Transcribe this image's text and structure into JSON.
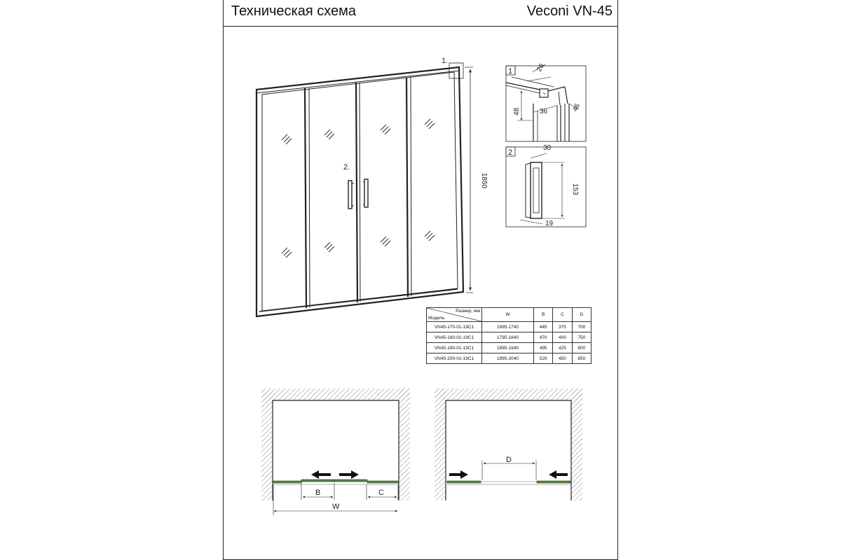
{
  "header": {
    "title_left": "Техническая схема",
    "title_right": "Veconi VN-45"
  },
  "front_view": {
    "callout_1": "1.",
    "callout_2": "2.",
    "height_dim": "1850"
  },
  "detail_1": {
    "number": "1",
    "dim_a": "26",
    "dim_b": "48",
    "dim_c": "36",
    "dim_d": "46"
  },
  "detail_2": {
    "number": "2",
    "dim_a": "30",
    "dim_b": "153",
    "dim_c": "19"
  },
  "table": {
    "header_size": "Размер, мм",
    "header_model": "Модель",
    "columns": [
      "W",
      "B",
      "C",
      "D"
    ],
    "rows": [
      {
        "model": "VN45-170-01-19C1",
        "W": "1695-1740",
        "B": "445",
        "C": "375",
        "D": "700"
      },
      {
        "model": "VN45-180-01-19C1",
        "W": "1795-1840",
        "B": "470",
        "C": "400",
        "D": "750"
      },
      {
        "model": "VN45-190-01-19C1",
        "W": "1895-1940",
        "B": "495",
        "C": "425",
        "D": "800"
      },
      {
        "model": "VN45-200-01-19C1",
        "W": "1995-2040",
        "B": "520",
        "C": "450",
        "D": "850"
      }
    ]
  },
  "plan_left": {
    "label_b": "B",
    "label_c": "C",
    "label_w": "W"
  },
  "plan_right": {
    "label_d": "D"
  },
  "colors": {
    "line": "#222222",
    "wall_hatch": "#bdbdbd",
    "glass_green": "#5a8a3a"
  }
}
